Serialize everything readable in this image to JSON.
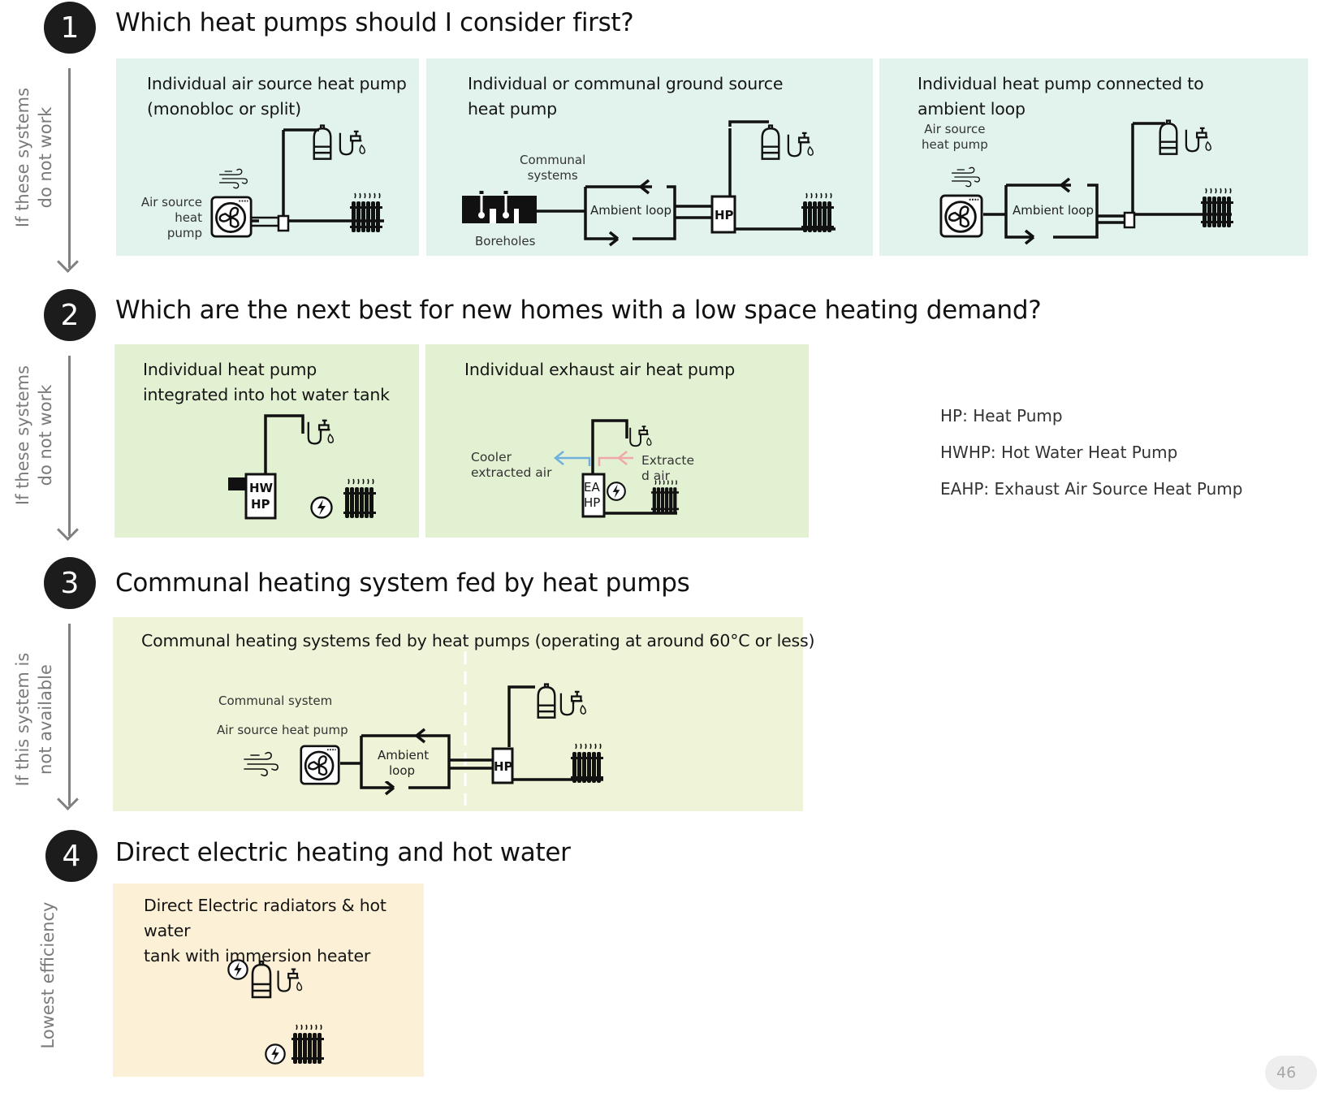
{
  "steps": [
    {
      "number": "1",
      "heading": "Which heat pumps should I consider first?",
      "rail_text": [
        "If these systems",
        "do not work"
      ]
    },
    {
      "number": "2",
      "heading": "Which are the next best for new homes with a low space heating demand?",
      "rail_text": [
        "If these systems",
        "do not work"
      ]
    },
    {
      "number": "3",
      "heading": "Communal heating system fed by heat pumps",
      "rail_text": [
        "If this system is",
        "not available"
      ]
    },
    {
      "number": "4",
      "heading": "Direct electric heating and hot water",
      "rail_text": [
        "Lowest efficiency"
      ]
    }
  ],
  "panels": {
    "ashp": {
      "title": [
        "Individual air source heat pump",
        "(monobloc or split)"
      ],
      "label_ashp": [
        "Air source",
        "heat",
        "pump"
      ]
    },
    "gshp": {
      "title": [
        "Individual or communal ground source",
        "heat pump"
      ],
      "label_communal": [
        "Communal",
        "systems"
      ],
      "label_boreholes": "Boreholes",
      "loop_label": "Ambient loop",
      "hp_label": "HP"
    },
    "ambient": {
      "title": [
        "Individual heat pump connected to",
        "ambient loop"
      ],
      "label_ashp": [
        "Air source",
        "heat pump"
      ],
      "loop_label": "Ambient loop"
    },
    "hwhp": {
      "title": [
        "Individual heat pump",
        "integrated into hot water tank"
      ],
      "unit_label": [
        "HW",
        "HP"
      ]
    },
    "eahp": {
      "title": "Individual exhaust air heat pump",
      "label_cooler": [
        "Cooler",
        "extracted air"
      ],
      "label_extracted": [
        "Extracte",
        "d air"
      ],
      "unit_label": [
        "EA",
        "HP"
      ]
    },
    "communal": {
      "title": "Communal heating systems fed by heat pumps (operating at around 60°C or less)",
      "label_system": "Communal system",
      "label_ashp": "Air source heat pump",
      "loop_label": [
        "Ambient",
        "loop"
      ],
      "hp_label": "HP"
    },
    "direct": {
      "title": [
        "Direct Electric radiators & hot water",
        "tank with immersion heater"
      ]
    }
  },
  "abbreviations": [
    "HP: Heat Pump",
    "HWHP: Hot Water Heat Pump",
    "EAHP: Exhaust Air Source Heat Pump"
  ],
  "page_number": "46",
  "colors": {
    "tier1_bg": "#e1f3ec",
    "tier2_bg": "#e3f1d3",
    "tier3_bg": "#eff4d9",
    "tier4_bg": "#fcf0d6",
    "badge": "#1c1c1c",
    "rail": "#808080",
    "cool_air_arrow": "#6fb0dd",
    "warm_air_arrow": "#f2a7a7"
  },
  "icons": [
    "fan-unit-icon",
    "wind-icon",
    "hot-water-tank-icon",
    "tap-icon",
    "radiator-icon",
    "borehole-icon",
    "electric-bolt-icon"
  ]
}
